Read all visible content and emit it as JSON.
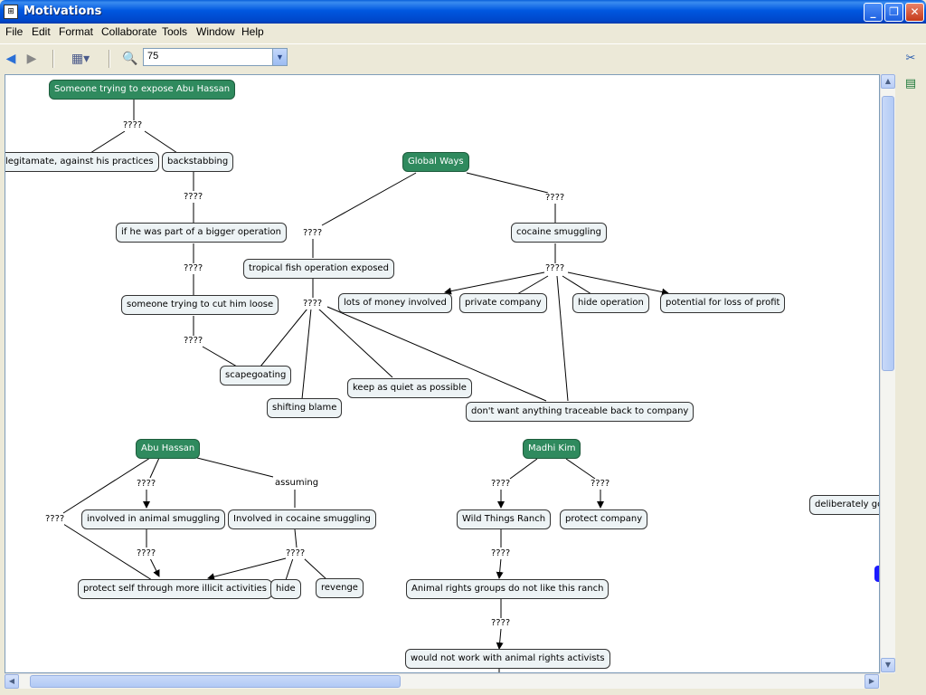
{
  "window": {
    "title": "Motivations",
    "minimize_icon": "minimize-icon",
    "restore_icon": "restore-icon",
    "close_icon": "close-icon"
  },
  "menu": {
    "items": [
      "File",
      "Edit",
      "Format",
      "Collaborate",
      "Tools",
      "Window",
      "Help"
    ]
  },
  "toolbar": {
    "back_icon": "back-arrow-icon",
    "forward_icon": "forward-arrow-icon",
    "view_icon": "view-options-icon",
    "zoom_icon": "zoom-icon",
    "zoom_value": "75"
  },
  "concept_map": {
    "nodes": {
      "expose": "Someone trying to expose Abu Hassan",
      "legitimate": "legitamate, against his practices",
      "backstabbing": "backstabbing",
      "bigger_op": "if he was part of a bigger operation",
      "cut_loose": "someone trying to cut him loose",
      "scapegoating": "scapegoating",
      "shifting_blame": "shifting blame",
      "global_ways": "Global Ways",
      "tropical": "tropical fish operation exposed",
      "cocaine_smuggling": "cocaine smuggling",
      "lots_of_money": "lots of money involved",
      "private_company": "private company",
      "hide_operation": "hide operation",
      "potential_loss": "potential for loss of profit",
      "keep_quiet": "keep as quiet as possible",
      "not_traceable": "don't want anything traceable back to company",
      "abu_hassan": "Abu Hassan",
      "animal_smuggling": "involved in animal smuggling",
      "involved_cocaine": "Involved in cocaine smuggling",
      "protect_self": "protect self through more illicit activities",
      "hide": "hide",
      "revenge": "revenge",
      "madhi_kim": "Madhi Kim",
      "wild_things": "Wild Things Ranch",
      "protect_company": "protect company",
      "animal_rights": "Animal rights groups do not like this ranch",
      "not_work": "would not work with animal rights activists",
      "deliberately": "deliberately goin"
    },
    "link_labels": {
      "l1": "????",
      "l2": "????",
      "l3": "????",
      "l4": "????",
      "l5": "????",
      "l6": "????",
      "l7": "????",
      "l8": "????",
      "l9": "????",
      "l10": "????",
      "l11": "????",
      "l12": "????",
      "l13": "????",
      "l14": "????",
      "l15": "????",
      "assuming": "assuming"
    }
  },
  "side_panel": {
    "icon1": "no-collaboration-icon",
    "icon2": "notes-icon"
  },
  "colors": {
    "accent_node": "#2f8a5e",
    "node_bg": "#edf3f5"
  }
}
